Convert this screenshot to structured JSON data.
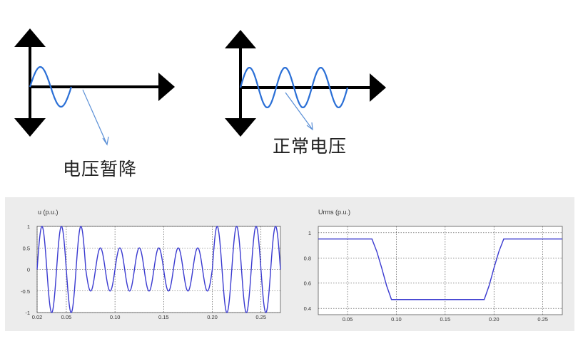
{
  "sag_diagram": {
    "label": "电压暂降"
  },
  "normal_diagram": {
    "label": "正常电压"
  },
  "chart_data": [
    {
      "type": "line",
      "title": "u (p.u.)",
      "xlabel": "",
      "ylabel": "",
      "xlim": [
        0.02,
        0.27
      ],
      "ylim": [
        -1,
        1
      ],
      "x_tick_labels": [
        "0.02",
        "0.05",
        "0.10",
        "0.15",
        "0.20",
        "0.25"
      ],
      "y_tick_labels": [
        "1",
        "0.5",
        "0",
        "-0.5",
        "-1"
      ],
      "x_ticks": [
        0.02,
        0.05,
        0.1,
        0.15,
        0.2,
        0.25
      ],
      "y_ticks": [
        1,
        0.5,
        0,
        -0.5,
        -1
      ],
      "grid": true,
      "series": [
        {
          "segments": [
            {
              "x_range": [
                0.02,
                0.07
              ],
              "amplitude": 1.0,
              "frequency_hz": 50
            },
            {
              "x_range": [
                0.07,
                0.2
              ],
              "amplitude": 0.5,
              "frequency_hz": 50
            },
            {
              "x_range": [
                0.2,
                0.27
              ],
              "amplitude": 1.0,
              "frequency_hz": 50
            }
          ],
          "color": "#3a3ad0"
        }
      ]
    },
    {
      "type": "line",
      "title": "Urms (p.u.)",
      "xlabel": "",
      "ylabel": "",
      "xlim": [
        0.02,
        0.27
      ],
      "ylim": [
        0.35,
        1.05
      ],
      "x_tick_labels": [
        "0.05",
        "0.10",
        "0.15",
        "0.20",
        "0.25"
      ],
      "y_tick_labels": [
        "1",
        "0.8",
        "0.6",
        "0.4"
      ],
      "x_ticks": [
        0.05,
        0.1,
        0.15,
        0.2,
        0.25
      ],
      "y_ticks": [
        1,
        0.8,
        0.6,
        0.4
      ],
      "grid": true,
      "series": [
        {
          "x": [
            0.02,
            0.075,
            0.08,
            0.085,
            0.09,
            0.095,
            0.19,
            0.195,
            0.2,
            0.205,
            0.21,
            0.27
          ],
          "y": [
            0.95,
            0.95,
            0.85,
            0.72,
            0.58,
            0.47,
            0.47,
            0.58,
            0.72,
            0.85,
            0.95,
            0.95
          ],
          "color": "#3a3ad0"
        }
      ]
    }
  ],
  "colors": {
    "wave": "#3a3ad0",
    "diagram_wave": "#2a6fd6",
    "axis": "#000000",
    "pointer": "#5a8fd6",
    "panel_bg": "#ececec"
  }
}
